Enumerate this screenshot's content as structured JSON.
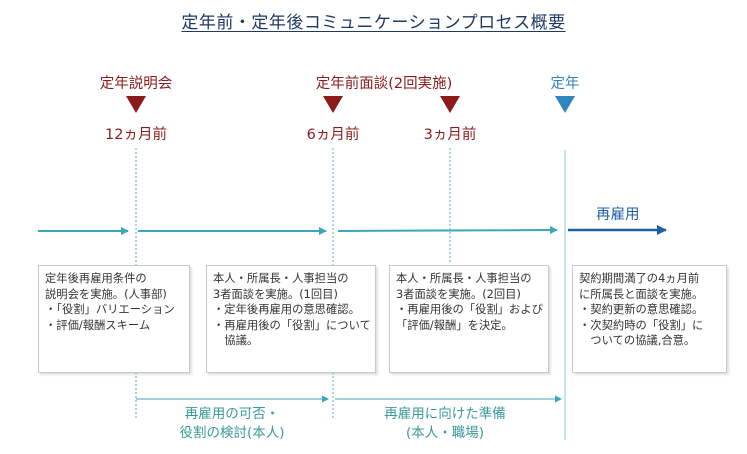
{
  "title": "定年前・定年後コミュニケーションプロセス概要",
  "milestones": [
    {
      "label": "定年説明会",
      "time": "12ヵ月前"
    },
    {
      "label": "定年前面談(2回実施)",
      "time_a": "6ヵ月前",
      "time_b": "3ヵ月前"
    },
    {
      "label": "定年"
    }
  ],
  "post_retirement_label": "再雇用",
  "boxes": [
    {
      "lines": [
        "定年後再雇用条件の",
        "説明会を実施。(人事部)",
        "・「役割」バリエーション",
        "・評価/報酬スキーム"
      ]
    },
    {
      "lines": [
        "本人・所属長・人事担当の",
        "3者面談を実施。(1回目)",
        "・定年後再雇用の意思確認。",
        "・再雇用後の「役割」について",
        "　協議。"
      ]
    },
    {
      "lines": [
        "本人・所属長・人事担当の",
        "3者面談を実施。(2回目)",
        "・再雇用後の「役割」および",
        "「評価/報酬」を決定。"
      ]
    },
    {
      "lines": [
        "契約期間満了の4ヵ月前",
        "に所属長と面談を実施。",
        "・契約更新の意思確認。",
        "・次契約時の「役割」に",
        "　ついての協議,合意。"
      ]
    }
  ],
  "phases": [
    {
      "line1": "再雇用の可否・",
      "line2": "役割の検討(本人)"
    },
    {
      "line1": "再雇用に向けた準備",
      "line2": "(本人・職場)"
    }
  ],
  "colors": {
    "title": "#1f3864",
    "milestone": "#8b1a1a",
    "retirement": "#2e86c1",
    "arrow_pre": "#3aa6b9",
    "arrow_post": "#1f5fa8",
    "phase": "#3a9a9a"
  }
}
